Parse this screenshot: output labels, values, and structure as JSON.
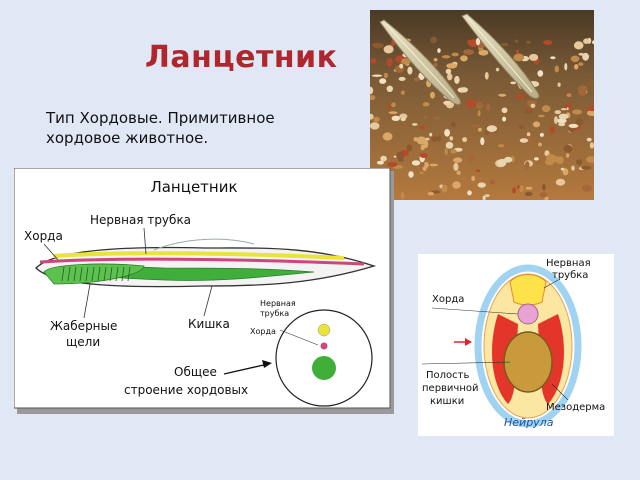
{
  "slide": {
    "title": "Ланцетник",
    "description": "Тип Хордовые. Примитивное хордовое животное."
  },
  "diagram": {
    "heading": "Ланцетник",
    "labels": {
      "chorda": "Хорда",
      "neural_tube": "Нервная трубка",
      "gill_slits_line1": "Жаберные",
      "gill_slits_line2": "щели",
      "gut": "Кишка",
      "common_line1": "Общее",
      "common_line2": "строение хордовых",
      "small_neural_line1": "Нервная",
      "small_neural_line2": "трубка",
      "small_chorda": "Хорда"
    }
  },
  "neurula": {
    "labels": {
      "neural_tube_line1": "Нервная",
      "neural_tube_line2": "трубка",
      "chorda": "Хорда",
      "cavity_line1": "Полость",
      "cavity_line2": "первичной",
      "cavity_line3": "кишки",
      "mesoderm": "Мезодерма",
      "caption": "Нейрула"
    }
  },
  "colors": {
    "title": "#b0262e",
    "gut_green": "#3fae3a",
    "neural_yellow": "#e9e33a",
    "chorda_pink": "#d0457a",
    "arrow_red": "#e0242a"
  }
}
